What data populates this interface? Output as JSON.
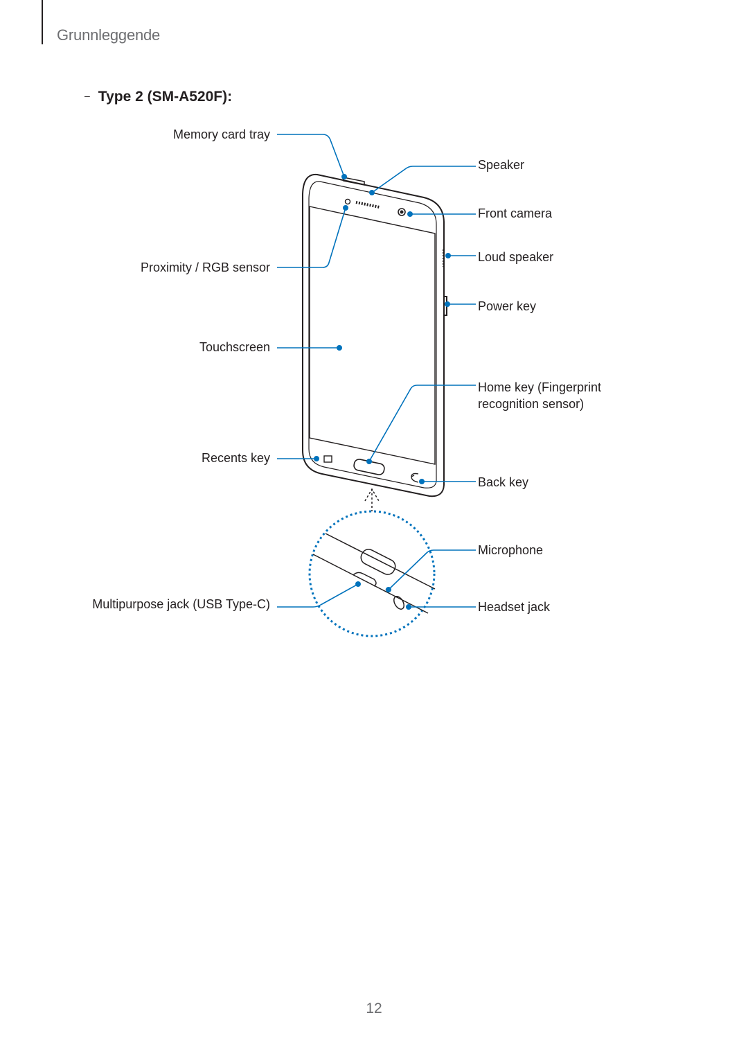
{
  "header": {
    "section_title": "Grunnleggende"
  },
  "subheading": {
    "dash": "–",
    "title": "Type 2 (SM-A520F):"
  },
  "labels": {
    "memory_card_tray": "Memory card tray",
    "speaker": "Speaker",
    "front_camera": "Front camera",
    "proximity_rgb_sensor": "Proximity / RGB sensor",
    "loud_speaker": "Loud speaker",
    "power_key": "Power key",
    "touchscreen": "Touchscreen",
    "home_key": "Home key (Fingerprint recognition sensor)",
    "recents_key": "Recents key",
    "back_key": "Back key",
    "microphone": "Microphone",
    "multipurpose_jack": "Multipurpose jack (USB Type-C)",
    "headset_jack": "Headset jack"
  },
  "colors": {
    "callout": "#0072bc",
    "outline": "#231f20",
    "section": "#6d6e71"
  },
  "footer": {
    "page_number": "12"
  }
}
